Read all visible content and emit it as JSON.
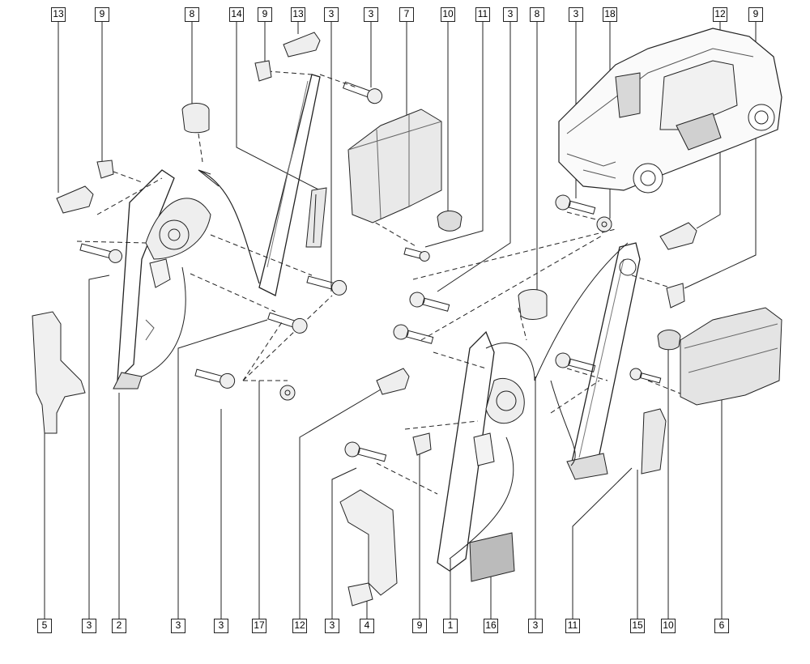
{
  "diagram": {
    "top_labels": [
      "13",
      "9",
      "8",
      "14",
      "9",
      "13",
      "3",
      "3",
      "7",
      "10",
      "11",
      "3",
      "8",
      "3",
      "18",
      "12",
      "9"
    ],
    "bottom_labels": [
      "5",
      "3",
      "2",
      "3",
      "3",
      "17",
      "12",
      "3",
      "4",
      "9",
      "1",
      "16",
      "3",
      "11",
      "15",
      "10",
      "6"
    ]
  }
}
